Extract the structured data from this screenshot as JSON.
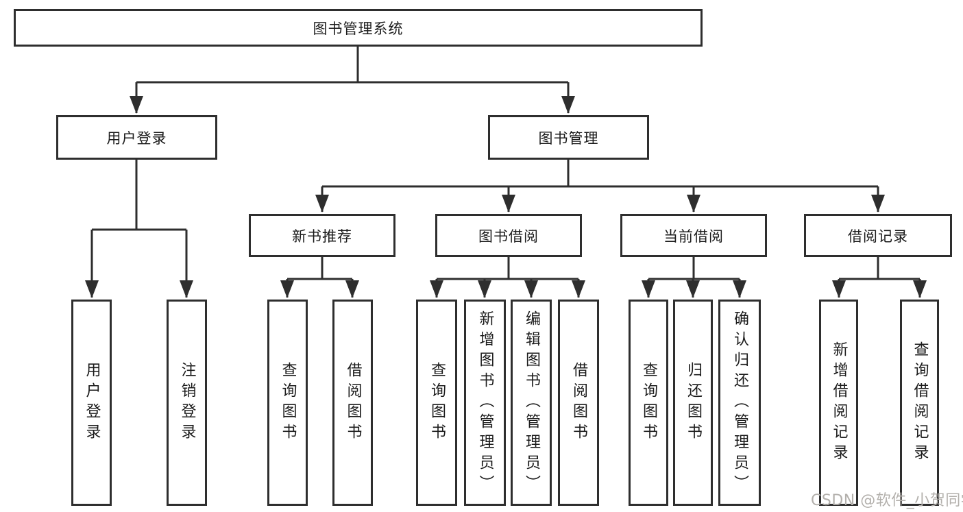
{
  "diagram": {
    "title": "图书管理系统",
    "tree": {
      "root": {
        "label": "图书管理系统"
      },
      "login_branch": {
        "label": "用户登录",
        "children": [
          {
            "label": "用户登录"
          },
          {
            "label": "注销登录"
          }
        ]
      },
      "mgmt_branch": {
        "label": "图书管理",
        "sections": [
          {
            "label": "新书推荐",
            "children": [
              {
                "label": "查询图书"
              },
              {
                "label": "借阅图书"
              }
            ]
          },
          {
            "label": "图书借阅",
            "children": [
              {
                "label": "查询图书"
              },
              {
                "label": "新增图书（管理员）"
              },
              {
                "label": "编辑图书（管理员）"
              },
              {
                "label": "借阅图书"
              }
            ]
          },
          {
            "label": "当前借阅",
            "children": [
              {
                "label": "查询图书"
              },
              {
                "label": "归还图书"
              },
              {
                "label": "确认归还（管理员）"
              }
            ]
          },
          {
            "label": "借阅记录",
            "children": [
              {
                "label": "新增借阅记录"
              },
              {
                "label": "查询借阅记录"
              }
            ]
          }
        ]
      }
    }
  },
  "watermark": {
    "text": "CSDN @软件_小贺同学"
  },
  "colors": {
    "line": "#2e2e2e",
    "box_border": "#2e2e2e",
    "box_fill": "#ffffff",
    "text": "#1b1b1b",
    "watermark": "#b3b0ac",
    "background": "#ffffff"
  }
}
